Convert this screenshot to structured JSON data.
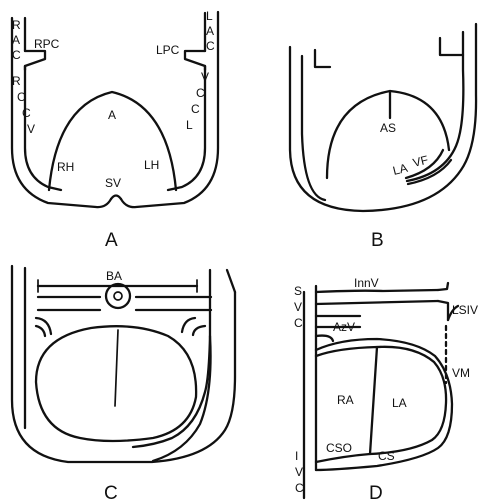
{
  "panels": {
    "a": {
      "panel_label": "A",
      "labels": {
        "rac": [
          "R",
          "A",
          "C"
        ],
        "rpc": "RPC",
        "rccv": [
          "R",
          "C",
          "C",
          "V"
        ],
        "lac": [
          "L",
          "A",
          "C"
        ],
        "lpc": "LPC",
        "lccv": [
          "V",
          "C",
          "C",
          "L"
        ],
        "a": "A",
        "rh": "RH",
        "lh": "LH",
        "sv": "SV"
      }
    },
    "b": {
      "panel_label": "B",
      "labels": {
        "as": "AS",
        "la": "LA",
        "vf": "VF"
      }
    },
    "c": {
      "panel_label": "C",
      "labels": {
        "ba": "BA"
      }
    },
    "d": {
      "panel_label": "D",
      "labels": {
        "svc": [
          "S",
          "V",
          "C"
        ],
        "innv": "InnV",
        "lsiv": "LSIV",
        "azv": "AzV",
        "vm": "VM",
        "ra": "RA",
        "la": "LA",
        "ivc": [
          "I",
          "V",
          "C"
        ],
        "cso": "CSO",
        "cs": "CS"
      }
    }
  }
}
